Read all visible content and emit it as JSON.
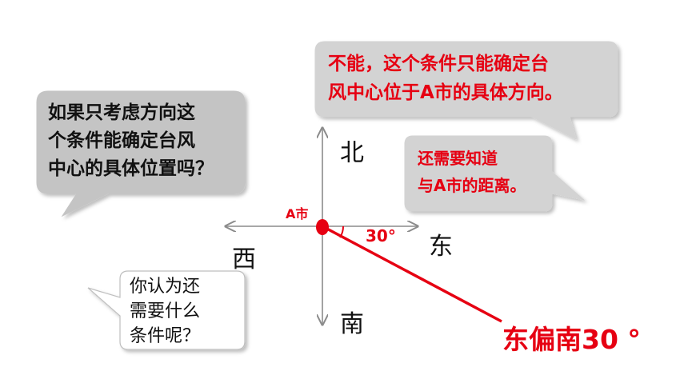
{
  "bubbles": {
    "left_question": "如果只考虑方向这\n个条件能确定台风\n中心的具体位置吗？",
    "top_answer": "不能，这个条件只能确定台\n风中心位于A市的具体方向。",
    "need_distance": "还需要知道\n与A市的距离。",
    "other_condition": "你认为还\n需要什么\n条件呢？"
  },
  "compass": {
    "north": "北",
    "south": "南",
    "east": "东",
    "west": "西",
    "city": "A市",
    "angle": "30°"
  },
  "direction_label": "东偏南30 °",
  "colors": {
    "red": "#e60012",
    "bubble_gray": "#c4c4c4",
    "axis_gray": "#8c8c8c"
  }
}
